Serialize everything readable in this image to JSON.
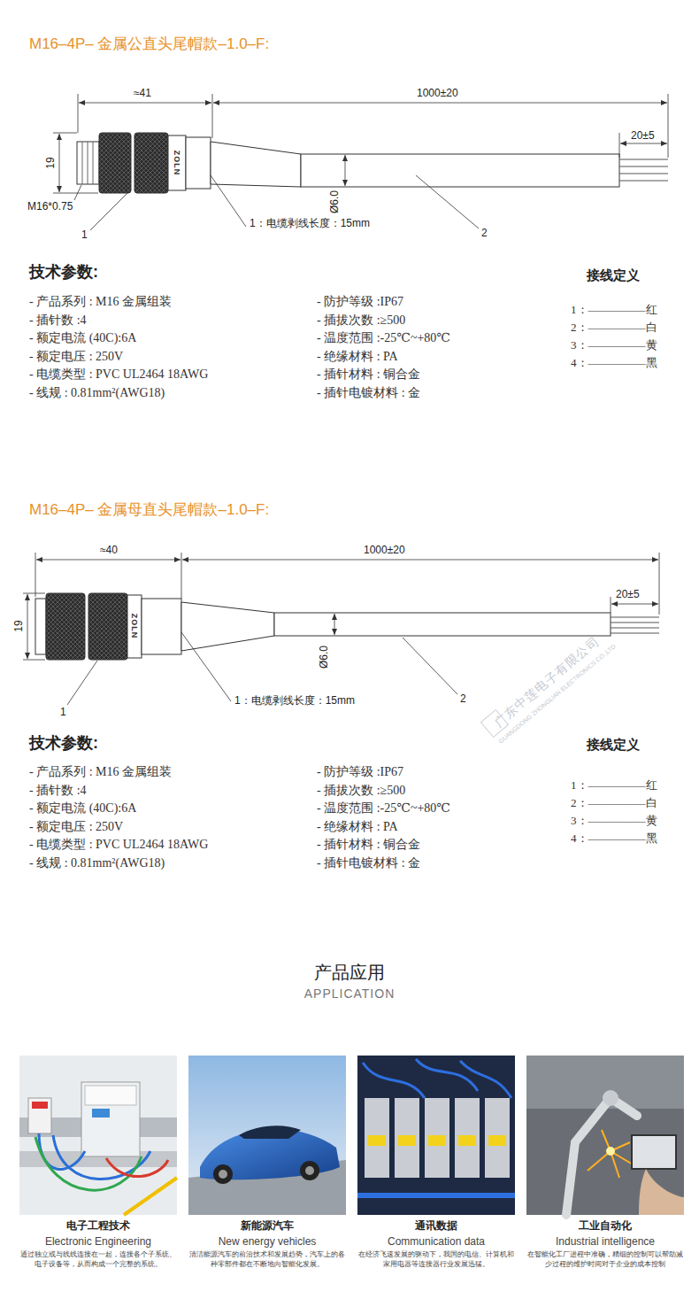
{
  "diagram": {
    "labels": [
      "M16–4P– 金属公直头尾帽款–1.0–F:",
      "≈41",
      "1000±20",
      "20±5",
      "19",
      "M16*0.75",
      "ZOLN",
      "Ø6.0",
      "1",
      "1：电缆剥线长度：15mm",
      "2",
      "技术参数:",
      "- 产品系列 : M16 金属组装",
      "- 插针数 :4",
      "- 额定电流 (40C):6A",
      "- 额定电压 : 250V",
      "- 电缆类型 : PVC UL2464 18AWG",
      "- 线规 : 0.81mm²(AWG18)",
      "- 防护等级 :IP67",
      "- 插拔次数 :≥500",
      "- 温度范围 :-25℃~+80℃",
      "- 绝缘材料 : PA",
      "- 插针材料 : 铜合金",
      "- 插针电镀材料 : 金",
      "接线定义",
      "1：—————红",
      "2：—————白",
      "3：—————黄",
      "4：—————黑",
      "M16–4P– 金属母直头尾帽款–1.0–F:",
      "≈40",
      "1000±20",
      "20±5",
      "19",
      "ZOLN",
      "Ø6.0",
      "1",
      "1：电缆剥线长度：15mm",
      "2",
      "技术参数:",
      "- 产品系列 : M16 金属组装",
      "- 插针数 :4",
      "- 额定电流 (40C):6A",
      "- 额定电压 : 250V",
      "- 电缆类型 : PVC UL2464 18AWG",
      "- 线规 : 0.81mm²(AWG18)",
      "- 防护等级 :IP67",
      "- 插拔次数 :≥500",
      "- 温度范围 :-25℃~+80℃",
      "- 绝缘材料 : PA",
      "- 插针材料 : 铜合金",
      "- 插针电镀材料 : 金",
      "接线定义",
      "1：—————红",
      "2：—————白",
      "3：—————黄",
      "4：—————黑",
      "广东中莲电子有限公司",
      "GUANGDONG ZHONGLIAN ELECTRONICS CO.,LTD",
      "产品应用",
      "APPLICATION",
      "电子工程技术",
      "Electronic Engineering",
      "通过独立或与线线连接在一起，连接各个子系统、电子设备等，从而构成一个完整的系统。",
      "新能源汽车",
      "New energy vehicles",
      "清洁能源汽车的前沿技术和发展趋势，汽车上的各种零部件都在不断地向智能化发展。",
      "通讯数据",
      "Communication data",
      "在经济飞速发展的驱动下，我国的电信、计算机和家用电器等连接器行业发展迅猛。",
      "工业自动化",
      "Industrial intelligence",
      "在智能化工厂进程中准确，精细的控制可以帮助减少过程的维护时间对于企业的成本控制"
    ]
  }
}
